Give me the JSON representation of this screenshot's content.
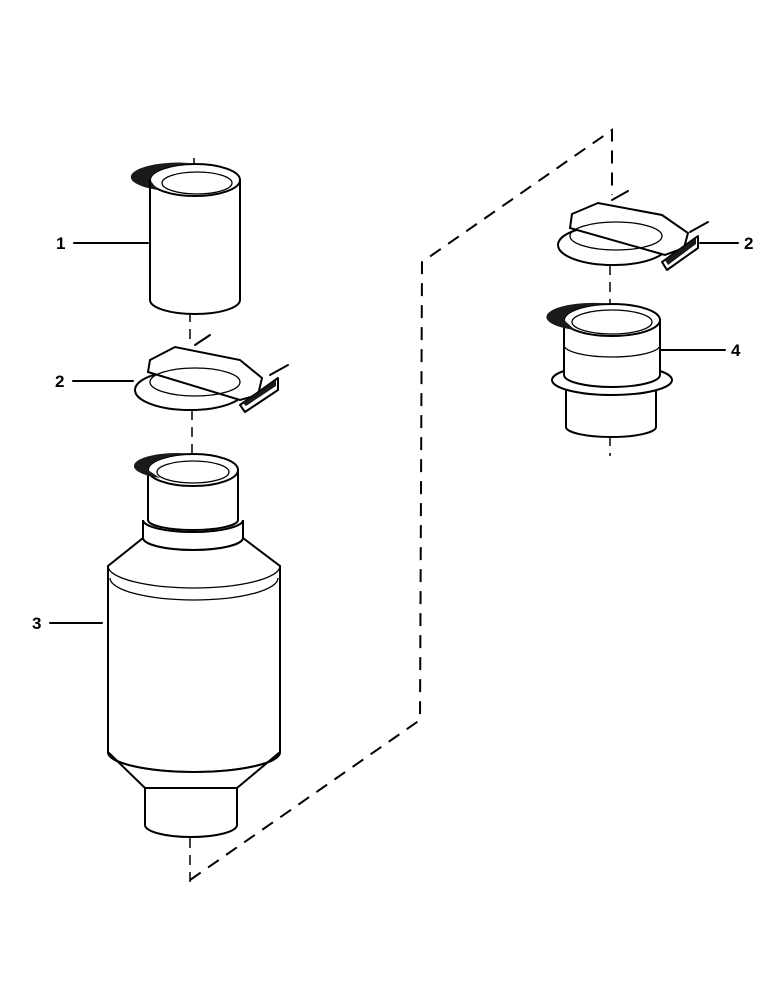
{
  "diagram": {
    "callouts": [
      {
        "id": "c1",
        "label": "1"
      },
      {
        "id": "c2a",
        "label": "2"
      },
      {
        "id": "c3",
        "label": "3"
      },
      {
        "id": "c2b",
        "label": "2"
      },
      {
        "id": "c4",
        "label": "4"
      }
    ],
    "colors": {
      "line": "#000000",
      "background": "#ffffff"
    }
  }
}
